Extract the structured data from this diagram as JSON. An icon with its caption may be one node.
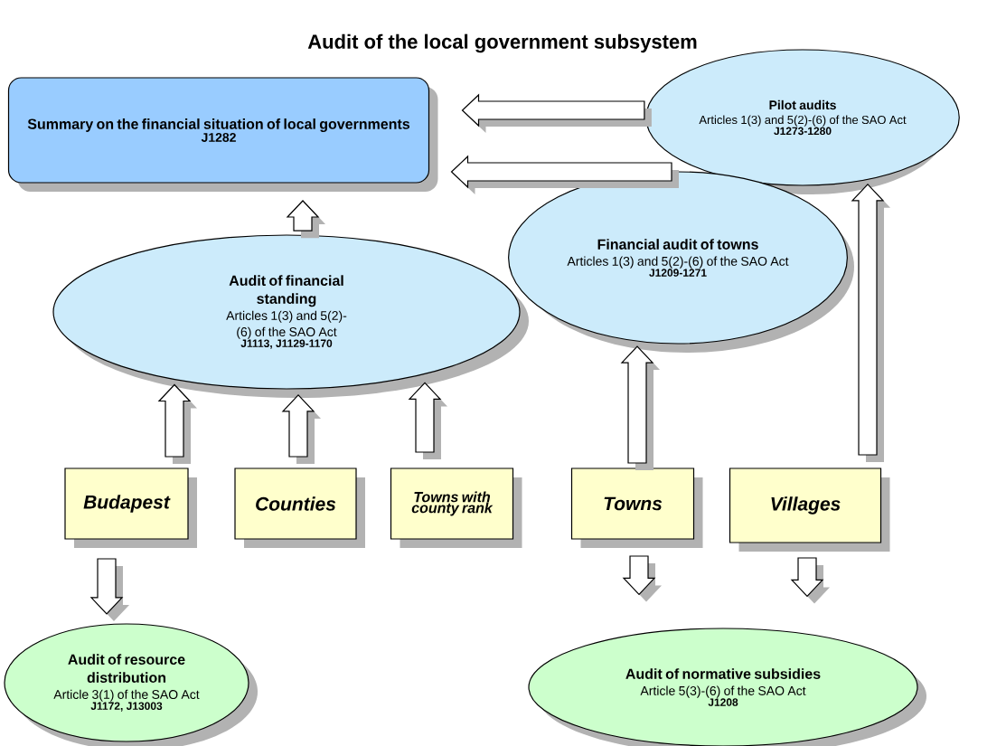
{
  "diagram": {
    "title": "Audit of the local government subsystem",
    "nodes": [
      {
        "text": [
          "Summary on the financial situation of local governments",
          "J1282"
        ]
      },
      {
        "text": [
          "Pilot audits",
          "Articles 1(3) and 5(2)-(6) of the SAO Act",
          "J1273-1280"
        ]
      },
      {
        "text": [
          "Financial audit of towns",
          "Articles 1(3) and 5(2)-(6) of the SAO Act",
          "J1209-1271"
        ]
      },
      {
        "text": [
          "Audit of financial standing",
          "Articles 1(3) and 5(2)-(6) of the SAO Act",
          "J1113, J1129-1170"
        ]
      },
      {
        "text": [
          "Budapest"
        ]
      },
      {
        "text": [
          "Counties"
        ]
      },
      {
        "text": [
          "Towns with county rank"
        ]
      },
      {
        "text": [
          "Towns"
        ]
      },
      {
        "text": [
          "Villages"
        ]
      },
      {
        "text": [
          "Audit of resource distribution",
          "Article 3(1) of the SAO Act",
          "J1172, J13003"
        ]
      },
      {
        "text": [
          "Audit of normative subsidies",
          "Article 5(3)-(6) of the SAO Act",
          "J1208"
        ]
      }
    ],
    "edges": [
      {
        "from": 1,
        "to": 0,
        "arrow": "to"
      },
      {
        "from": 2,
        "to": 0,
        "arrow": "to"
      },
      {
        "from": 3,
        "to": 0,
        "arrow": "to"
      },
      {
        "from": 4,
        "to": 3,
        "arrow": "to"
      },
      {
        "from": 5,
        "to": 3,
        "arrow": "to"
      },
      {
        "from": 6,
        "to": 3,
        "arrow": "to"
      },
      {
        "from": 7,
        "to": 2,
        "arrow": "to"
      },
      {
        "from": 8,
        "to": 1,
        "arrow": "to"
      },
      {
        "from": 4,
        "to": 9,
        "arrow": "to"
      },
      {
        "from": 7,
        "to": 10,
        "arrow": "to"
      },
      {
        "from": 8,
        "to": 10,
        "arrow": "to"
      }
    ]
  }
}
